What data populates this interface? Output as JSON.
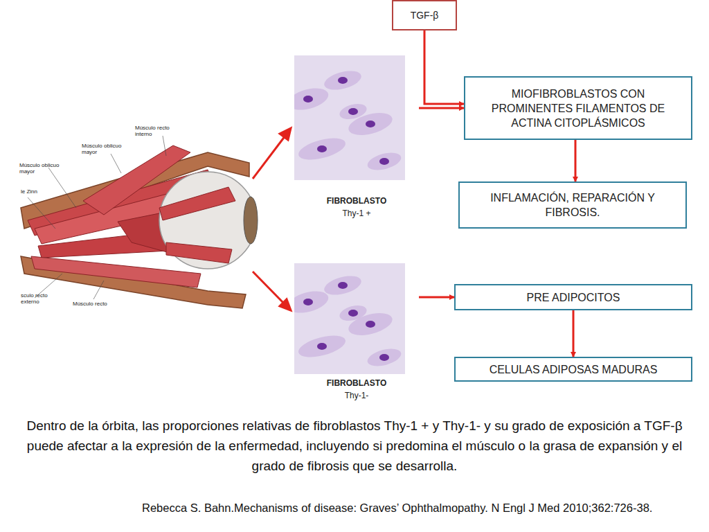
{
  "diagram": {
    "caption": "Dentro de la órbita, las proporciones relativas de fibroblastos Thy-1 + y Thy-1- y su grado de exposición a TGF-β puede afectar a la expresión de la enfermedad, incluyendo si predomina el músculo o la grasa de expansión y el grado de fibrosis que se desarrolla.",
    "nodes": [
      {
        "text": [
          "TGF-β"
        ]
      },
      {
        "text": [
          "MIOFIBROBLASTOS CON PROMINENTES FILAMENTOS DE ACTINA CITOPLÁSMICOS"
        ]
      },
      {
        "text": [
          "FIBROBLASTO",
          "Thy-1 +"
        ]
      },
      {
        "text": [
          "INFLAMACIÓN, REPARACIÓN Y FIBROSIS."
        ]
      },
      {
        "text": [
          "PRE ADIPOCITOS"
        ]
      },
      {
        "text": [
          "FIBROBLASTO",
          "Thy-1-"
        ]
      },
      {
        "text": [
          "CELULAS ADIPOSAS MADURAS"
        ]
      }
    ],
    "edges": [
      {
        "from": 0,
        "to": 1,
        "arrow": "to"
      },
      {
        "from": 2,
        "to": 1,
        "arrow": "to"
      },
      {
        "from": 1,
        "to": 3,
        "arrow": "to"
      },
      {
        "from": 5,
        "to": 4,
        "arrow": "to"
      },
      {
        "from": 4,
        "to": 6,
        "arrow": "to"
      }
    ],
    "labels": [
      "Músculo recto interno",
      "Músculo oblicuo mayor",
      "Músculo oblicuo mayor",
      "le Zinn",
      "sculo recto externo",
      "Músculo recto",
      "Rebecca S. Bahn.Mechanisms of disease: Graves’ Ophthalmopathy. N Engl J Med 2010;362:726-38."
    ]
  }
}
